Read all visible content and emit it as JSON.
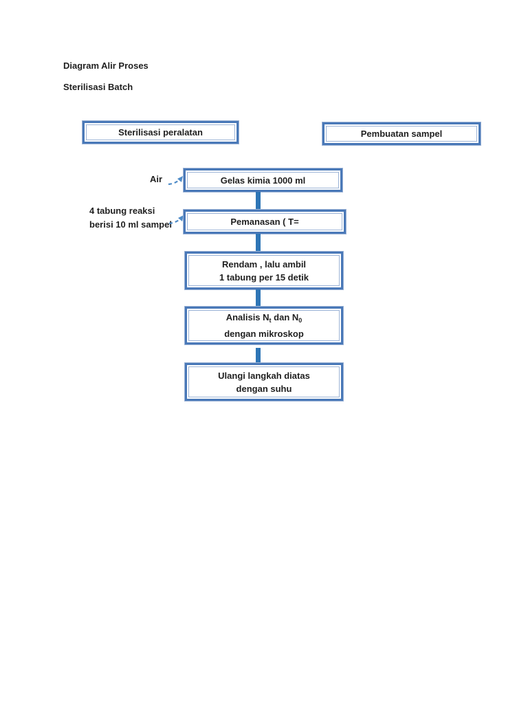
{
  "titles": {
    "line1": "Diagram Alir Proses",
    "line2": "Sterilisasi Batch"
  },
  "top_boxes": {
    "sterilisasi": "Sterilisasi peralatan",
    "pembuatan": "Pembuatan sampel"
  },
  "flow_boxes": {
    "gelas": "Gelas kimia 1000 ml",
    "pemanasan": "Pemanasan ( T=",
    "rendam_line1": "Rendam , lalu ambil",
    "rendam_line2": "1 tabung per 15 detik",
    "analisis_prefix": "Analisis N",
    "analisis_sub1": "t",
    "analisis_middle": " dan N",
    "analisis_sub2": "0",
    "analisis_line2": "dengan mikroskop",
    "ulangi_line1": "Ulangi langkah diatas",
    "ulangi_line2": "dengan suhu"
  },
  "side_labels": {
    "air": "Air",
    "tabung_line1": "4 tabung reaksi",
    "tabung_line2": "berisi 10 ml sampel"
  },
  "icons": {
    "input_arrow": "dashed-arrow-icon"
  },
  "colors": {
    "box_border": "#4a79b8",
    "box_border_light": "#9cb3d6",
    "connector": "#2e75b6",
    "arrow": "#4e8bc8",
    "text": "#1f1f1f"
  }
}
